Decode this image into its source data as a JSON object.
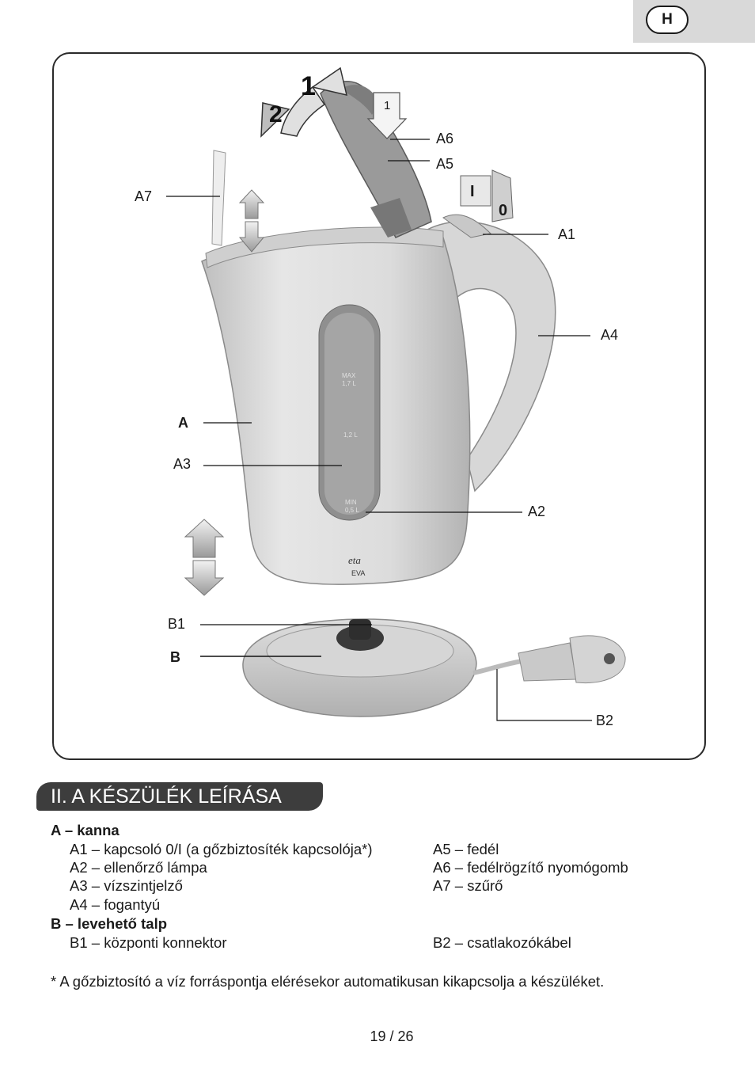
{
  "lang_tab": {
    "code": "H"
  },
  "figure": {
    "callouts": {
      "A": "A",
      "A1": "A1",
      "A2": "A2",
      "A3": "A3",
      "A4": "A4",
      "A5": "A5",
      "A6": "A6",
      "A7": "A7",
      "B": "B",
      "B1": "B1",
      "B2": "B2"
    },
    "arrow_labels": {
      "lid_open": "1",
      "lid_close": "2",
      "press": "1",
      "switch_on": "I",
      "switch_off": "0"
    },
    "level_marks": {
      "max": "MAX",
      "max_vol": "1,7 L",
      "mid": "1,2 L",
      "min": "MIN",
      "min_vol": "0,5 L"
    },
    "brand": {
      "logo": "eta",
      "model": "EVA"
    }
  },
  "section": {
    "title": "II. A KÉSZÜLÉK LEÍRÁSA"
  },
  "parts": {
    "a_header": "A – kanna",
    "a1": "A1 – kapcsoló 0/I (a gőzbiztosíték kapcsolója*)",
    "a2": "A2 – ellenőrző lámpa",
    "a3": "A3 – vízszintjelző",
    "a4": "A4 – fogantyú",
    "a5": "A5 – fedél",
    "a6": "A6 – fedélrögzítő nyomógomb",
    "a7": "A7 – szűrő",
    "b_header": "B – levehető talp",
    "b1": "B1 – központi konnektor",
    "b2": "B2 – csatlakozókábel"
  },
  "footnote": "* A gőzbiztosító a víz forráspontja elérésekor automatikusan kikapcsolja a készüléket.",
  "page": "19 / 26"
}
